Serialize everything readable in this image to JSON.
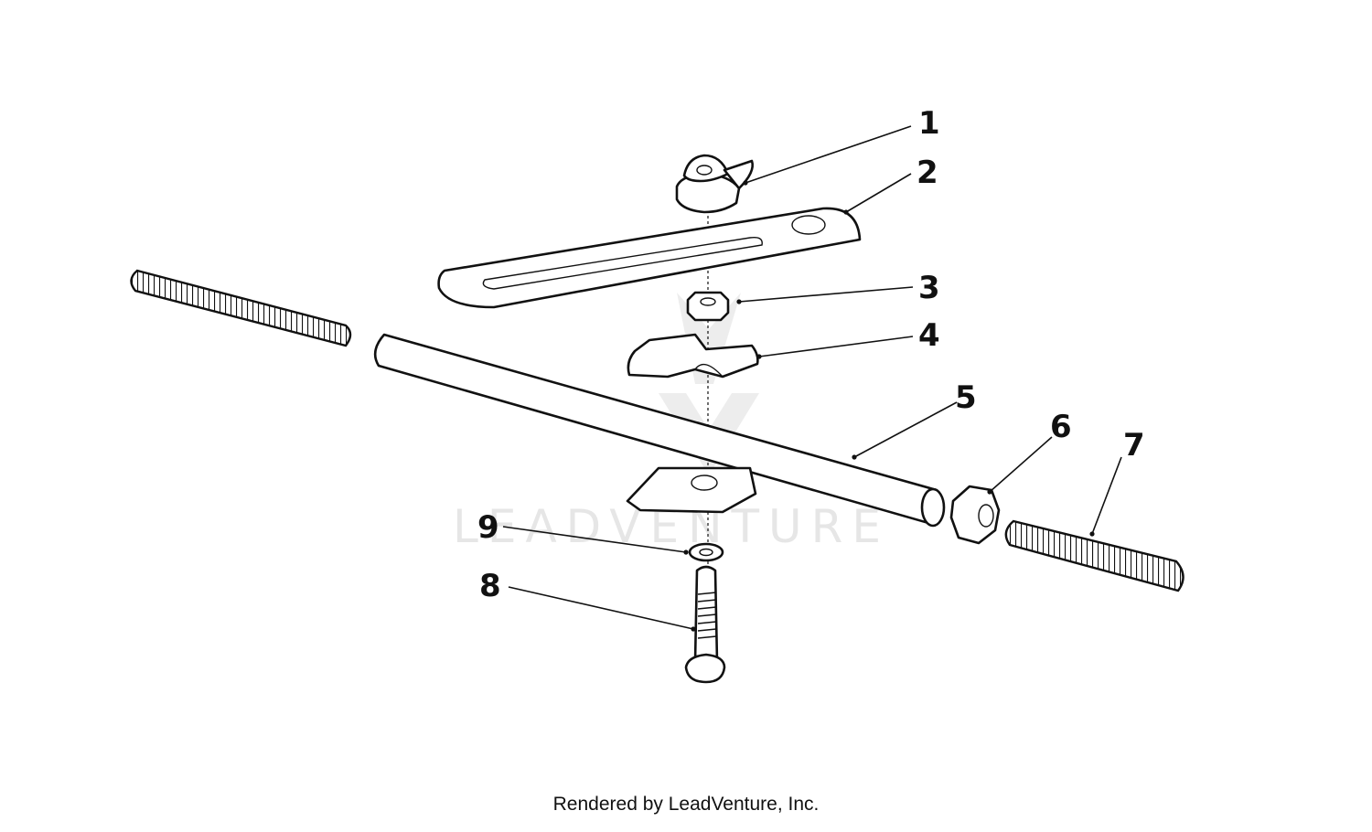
{
  "watermark": {
    "text": "LEADVENTURE"
  },
  "callouts": [
    {
      "id": "1",
      "label": "1"
    },
    {
      "id": "2",
      "label": "2"
    },
    {
      "id": "3",
      "label": "3"
    },
    {
      "id": "4",
      "label": "4"
    },
    {
      "id": "5",
      "label": "5"
    },
    {
      "id": "6",
      "label": "6"
    },
    {
      "id": "7",
      "label": "7"
    },
    {
      "id": "8",
      "label": "8"
    },
    {
      "id": "9",
      "label": "9"
    }
  ],
  "footer": {
    "credit": "Rendered by LeadVenture, Inc."
  }
}
